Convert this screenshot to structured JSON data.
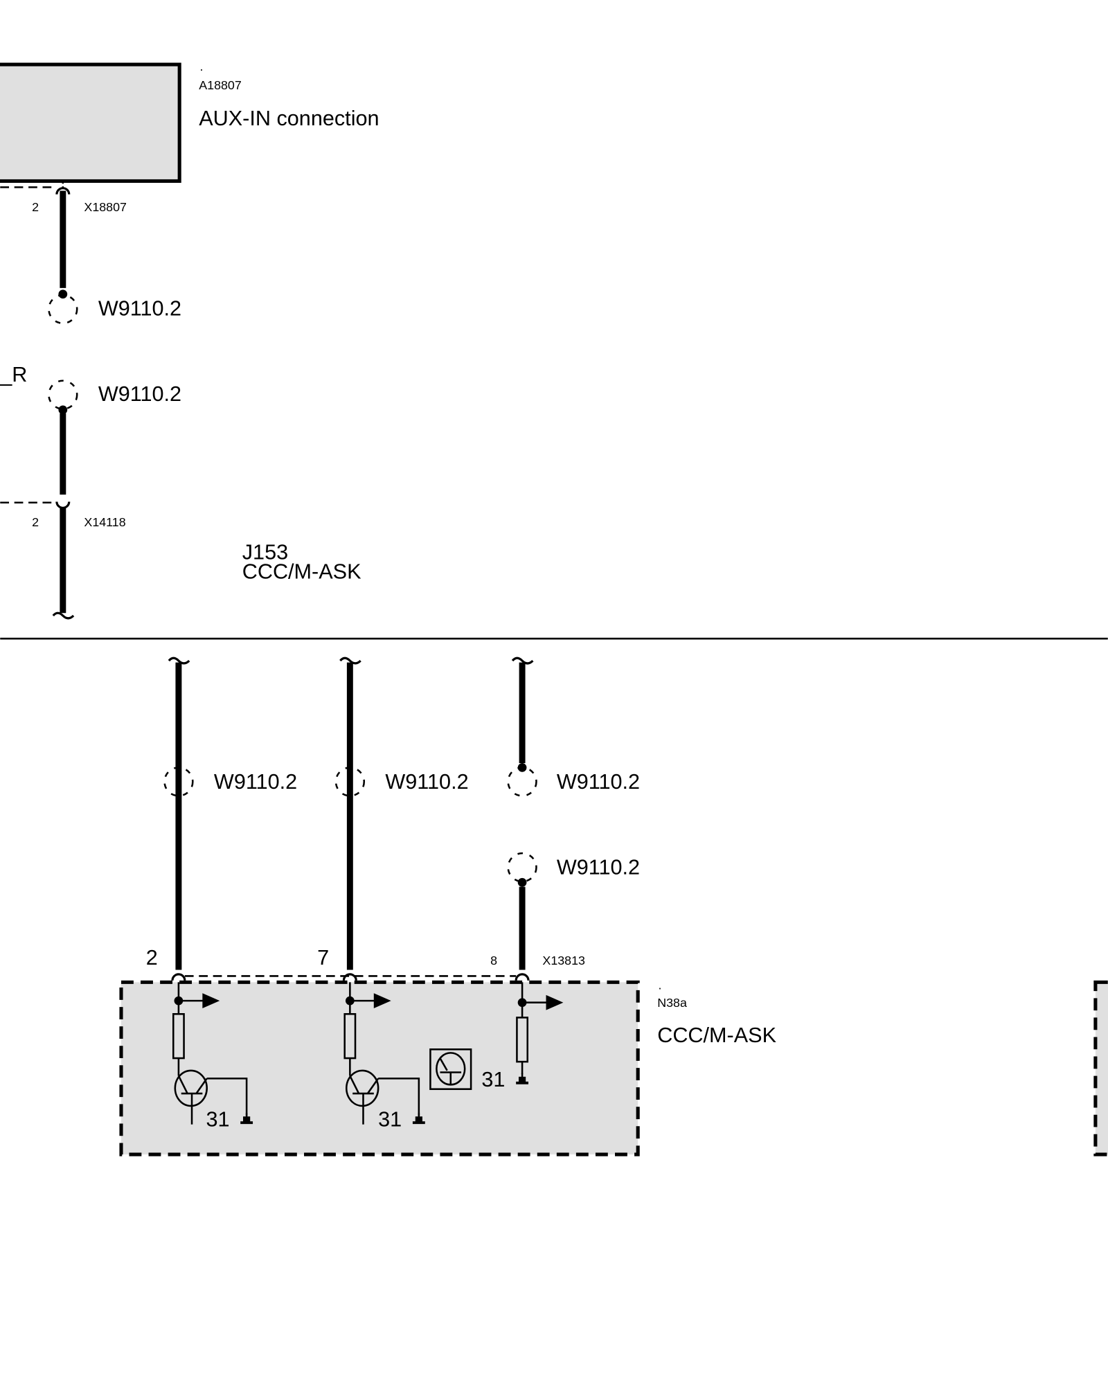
{
  "top": {
    "component_dot": ".",
    "component_id": "A18807",
    "component_name": "AUX-IN connection",
    "connector1": {
      "pin": "2",
      "id": "X18807"
    },
    "wire1_label": "W9110.2",
    "side_label": "_R",
    "wire2_label": "W9110.2",
    "connector2": {
      "pin": "2",
      "id": "X14118"
    },
    "ref_id": "J153",
    "ref_name": "CCC/M-ASK"
  },
  "bottom": {
    "wires": [
      {
        "label": "W9110.2",
        "pin": "2"
      },
      {
        "label": "W9110.2",
        "pin": "7"
      },
      {
        "label": "W9110.2",
        "pin": "8",
        "label2": "W9110.2"
      }
    ],
    "connector_id": "X13813",
    "component_dot": ".",
    "component_id": "N38a",
    "component_name": "CCC/M-ASK",
    "ground_labels": [
      "31",
      "31",
      "31"
    ]
  },
  "colors": {
    "module_fill": "#e0e0e0",
    "line": "#000000"
  }
}
